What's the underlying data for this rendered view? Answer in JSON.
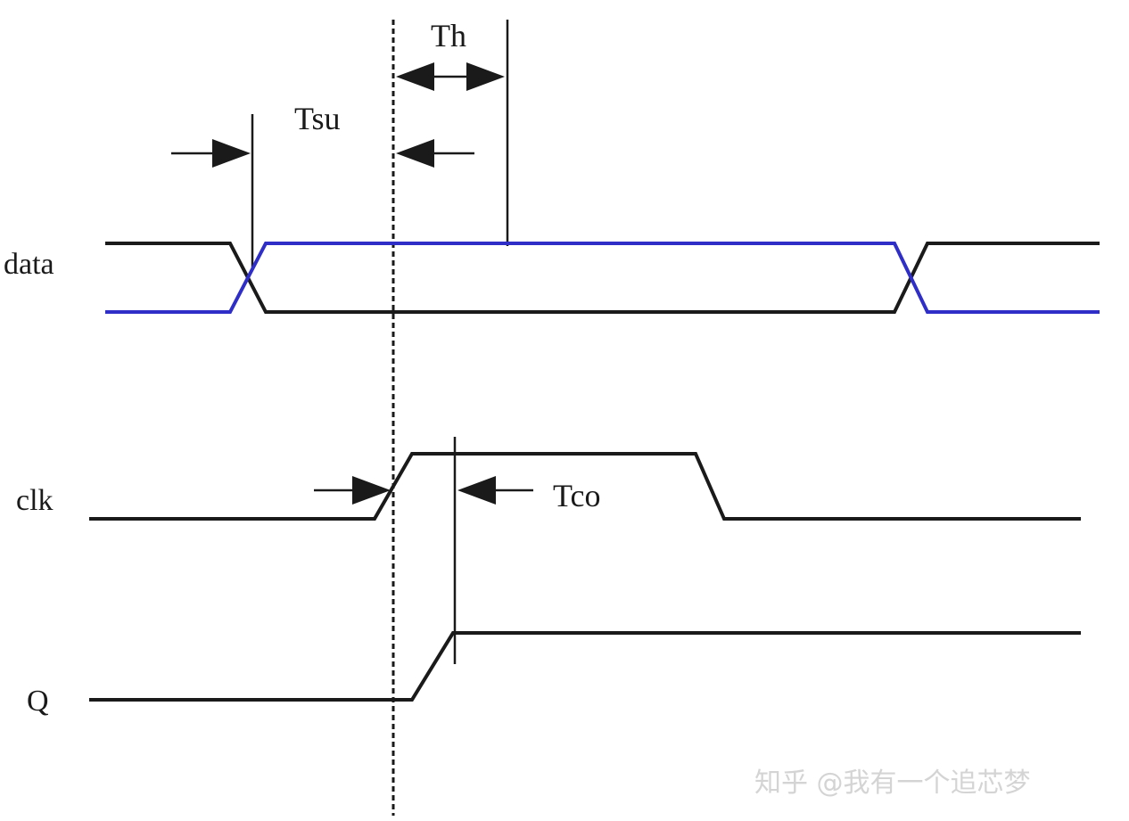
{
  "signals": {
    "data": "data",
    "clk": "clk",
    "q": "Q"
  },
  "timing_params": {
    "setup": "Tsu",
    "hold": "Th",
    "clock_to_output": "Tco"
  },
  "watermark": "知乎 @我有一个追芯梦",
  "colors": {
    "waveform": "#1a1a1a",
    "data_alternate": "#2f2fc8",
    "watermark": "#d4d4d4"
  }
}
